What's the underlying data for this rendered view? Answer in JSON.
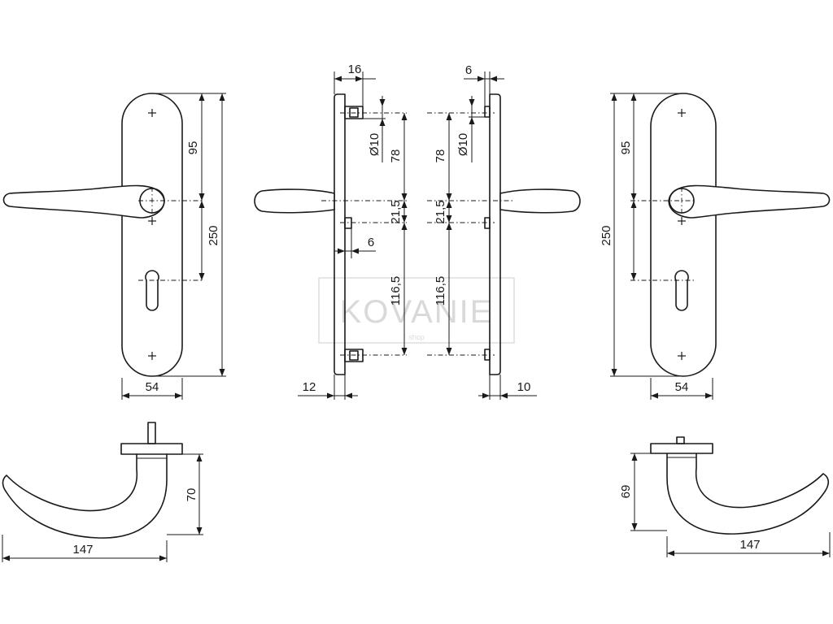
{
  "watermark": {
    "text": "KOVANIE",
    "subtext": "shop"
  },
  "dimensions": {
    "front_left": {
      "rose_width": "54",
      "lever_to_keyhole": "95",
      "total_height": "250"
    },
    "side_left": {
      "pin_depth": "16",
      "bore_dia": "Ø10",
      "top_to_lever": "78",
      "lever_to_screw": "21,5",
      "screw_depth": "6",
      "screw_to_bottom": "116,5",
      "plate_thickness": "12"
    },
    "side_right": {
      "pin_depth": "6",
      "bore_dia": "Ø10",
      "top_to_lever": "78",
      "lever_to_screw": "21,5",
      "screw_to_bottom": "116,5",
      "plate_thickness": "10"
    },
    "front_right": {
      "rose_width": "54",
      "lever_to_keyhole": "95",
      "total_height": "250"
    },
    "top_left": {
      "lever_length": "147",
      "lever_projection": "70"
    },
    "top_right": {
      "lever_length": "147",
      "lever_projection": "69"
    }
  },
  "colors": {
    "line": "#1a1a1a",
    "watermark": "#d9d9d9",
    "background": "#ffffff"
  }
}
